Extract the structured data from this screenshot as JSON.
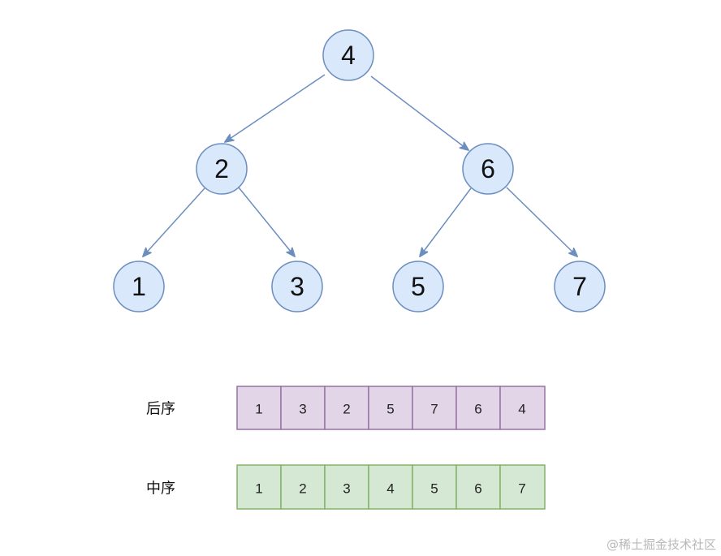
{
  "tree": {
    "root": "4",
    "left": "2",
    "right": "6",
    "left_left": "1",
    "left_right": "3",
    "right_left": "5",
    "right_right": "7"
  },
  "colors": {
    "node_fill": "#dae8fc",
    "node_stroke": "#6c8ebf",
    "postorder_fill": "#e1d5e7",
    "postorder_stroke": "#9673a6",
    "inorder_fill": "#d5e8d4",
    "inorder_stroke": "#82b366"
  },
  "postorder": {
    "label": "后序",
    "cells": [
      "1",
      "3",
      "2",
      "5",
      "7",
      "6",
      "4"
    ]
  },
  "inorder": {
    "label": "中序",
    "cells": [
      "1",
      "2",
      "3",
      "4",
      "5",
      "6",
      "7"
    ]
  },
  "watermark": "@稀土掘金技术社区"
}
